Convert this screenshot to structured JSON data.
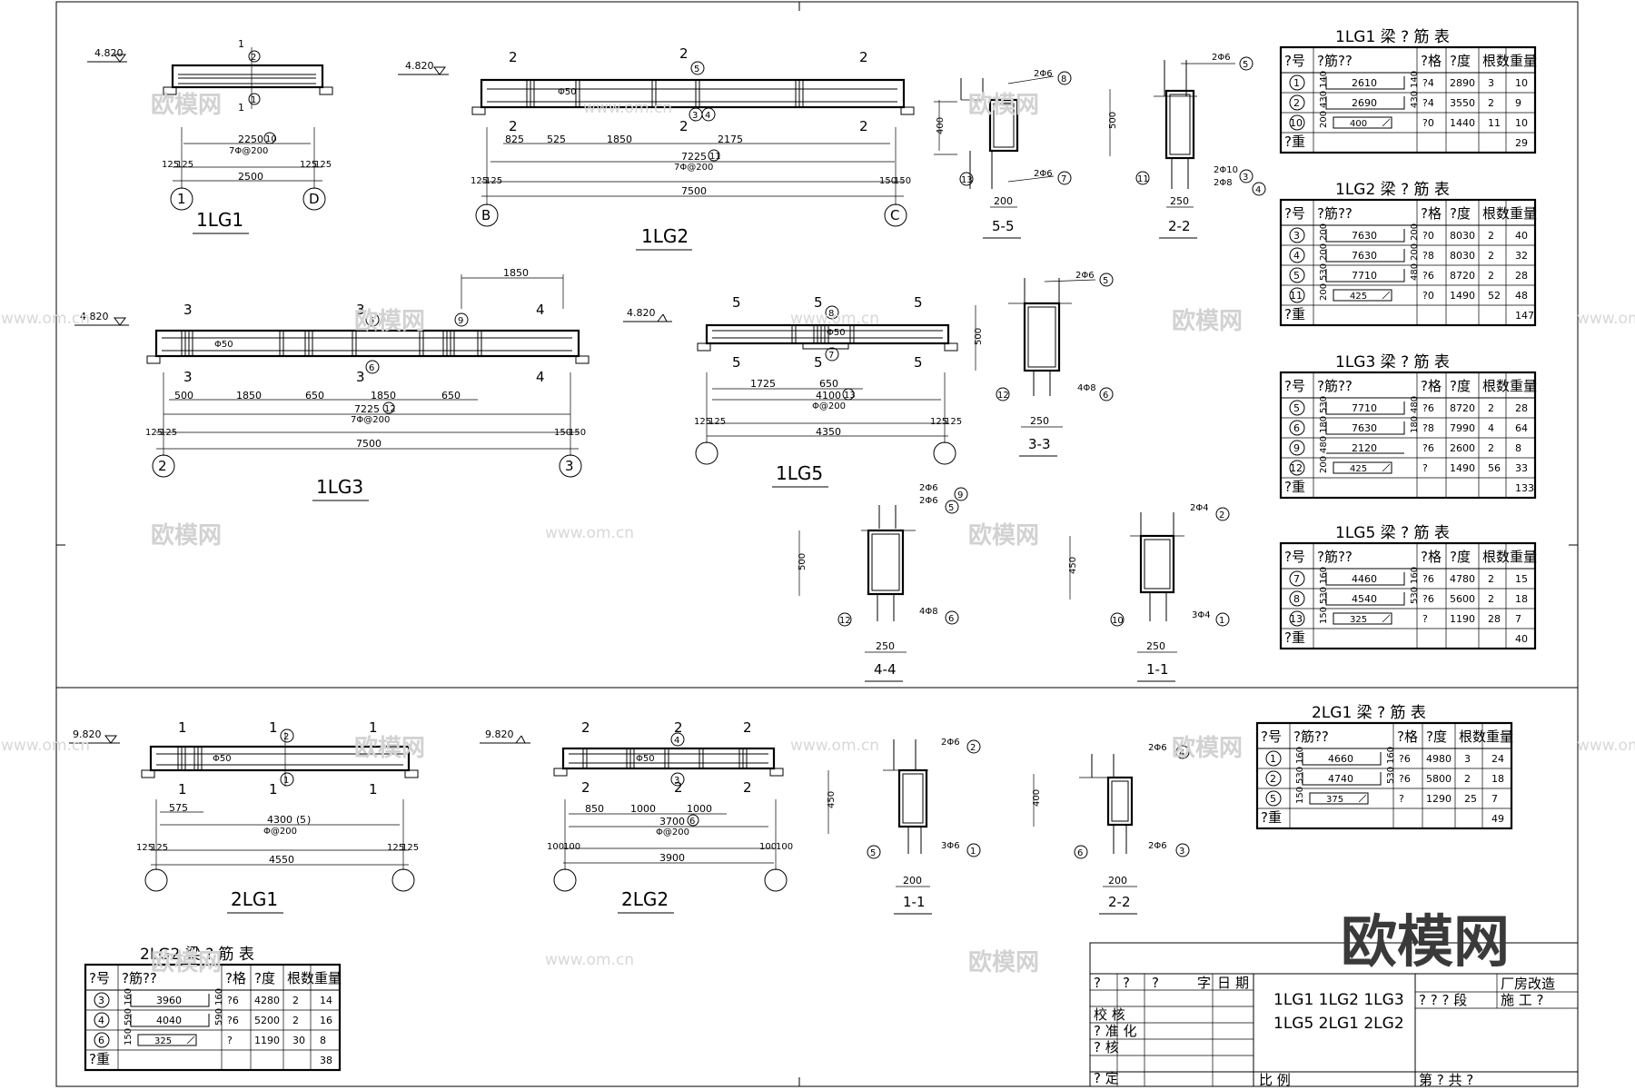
{
  "beams": [
    {
      "id": "1lg1",
      "title": "1LG1",
      "elev": "4.820",
      "mark_top": "2",
      "mark_bot": "1",
      "sec": "1",
      "dims": [
        "2250",
        "7Φ@200",
        "125",
        "125",
        "125",
        "125",
        "2500"
      ],
      "grid": [
        "1",
        "D"
      ]
    },
    {
      "id": "1lg2",
      "title": "1LG2",
      "elev": "4.820",
      "mark_top": "5",
      "mark_bot": "3",
      "mark_bot2": "4",
      "sec": "2",
      "dims": [
        "825",
        "525",
        "1850",
        "2175",
        "7225",
        "7Φ@200",
        "125",
        "125",
        "150",
        "150",
        "7500",
        "Φ50"
      ],
      "grid": [
        "B",
        "C"
      ]
    },
    {
      "id": "1lg3",
      "title": "1LG3",
      "elev": "4.820",
      "mark_top": "5",
      "mark_bot": "6",
      "mark_9": "9",
      "sec_a": "3",
      "sec_b": "4",
      "dims": [
        "1850",
        "500",
        "1850",
        "650",
        "1850",
        "650",
        "7225",
        "12",
        "7Φ@200",
        "125",
        "125",
        "150",
        "150",
        "7500",
        "Φ50"
      ],
      "grid": [
        "2",
        "3"
      ]
    },
    {
      "id": "1lg5",
      "title": "1LG5",
      "elev": "4.820",
      "mark_top": "8",
      "mark_bot": "7",
      "sec": "5",
      "dims": [
        "1725",
        "650",
        "4100",
        "13",
        "Φ@200",
        "125",
        "125",
        "125",
        "125",
        "4350",
        "Φ50"
      ]
    },
    {
      "id": "2lg1",
      "title": "2LG1",
      "elev": "9.820",
      "mark_top": "2",
      "mark_bot": "1",
      "sec": "1",
      "dims": [
        "575",
        "4300",
        "5",
        "Φ@200",
        "125",
        "125",
        "125",
        "125",
        "4550",
        "Φ50"
      ]
    },
    {
      "id": "2lg2",
      "title": "2LG2",
      "elev": "9.820",
      "mark_top": "4",
      "mark_bot": "3",
      "sec": "2",
      "dims": [
        "850",
        "1000",
        "1000",
        "3700",
        "6",
        "Φ@200",
        "100",
        "100",
        "100",
        "100",
        "3900",
        "Φ50"
      ]
    }
  ],
  "sections": [
    {
      "id": "s55",
      "title": "5-5",
      "height": "400",
      "width": "200",
      "top": "2Φ6",
      "top_mark": "8",
      "bot": "2Φ6",
      "bot_mark": "7",
      "side_mark": "13"
    },
    {
      "id": "s22a",
      "title": "2-2",
      "height": "500",
      "width": "250",
      "top": "2Φ6",
      "top_mark": "5",
      "bot": "2Φ10",
      "bot_mark": "3",
      "bot2": "2Φ8",
      "bot2_mark": "4",
      "side_mark": "11"
    },
    {
      "id": "s33",
      "title": "3-3",
      "height": "500",
      "width": "250",
      "top": "2Φ6",
      "top_mark": "5",
      "bot": "4Φ8",
      "bot_mark": "6",
      "side_mark": "12"
    },
    {
      "id": "s44",
      "title": "4-4",
      "height": "500",
      "width": "250",
      "top": "2Φ6",
      "top_mark": "9",
      "top2": "2Φ6",
      "top2_mark": "5",
      "bot": "4Φ8",
      "bot_mark": "6",
      "side_mark": "12"
    },
    {
      "id": "s11a",
      "title": "1-1",
      "height": "450",
      "width": "250",
      "top": "2Φ4",
      "top_mark": "2",
      "bot": "3Φ4",
      "bot_mark": "1",
      "side_mark": "10"
    },
    {
      "id": "s11b",
      "title": "1-1",
      "height": "450",
      "width": "200",
      "top": "2Φ6",
      "top_mark": "2",
      "bot": "3Φ6",
      "bot_mark": "1",
      "side_mark": "5"
    },
    {
      "id": "s22b",
      "title": "2-2",
      "height": "400",
      "width": "200",
      "top": "2Φ6",
      "top_mark": "4",
      "bot": "2Φ6",
      "bot_mark": "3",
      "side_mark": "6"
    }
  ],
  "tables": [
    {
      "id": "t1lg1",
      "title": "1LG1  梁 ? 筋 表",
      "headers": [
        "?号",
        "?筋??",
        "?格",
        "?度",
        "根数",
        "重量"
      ],
      "rows": [
        [
          "1",
          "140",
          "2610",
          "140",
          "?4",
          "2890",
          "3",
          "10"
        ],
        [
          "2",
          "430",
          "2690",
          "430",
          "?4",
          "3550",
          "2",
          "9"
        ],
        [
          "10",
          "200",
          "400",
          "",
          "?0",
          "1440",
          "11",
          "10"
        ]
      ],
      "total": [
        "?重",
        "29"
      ]
    },
    {
      "id": "t1lg2",
      "title": "1LG2  梁 ? 筋 表",
      "headers": [
        "?号",
        "?筋??",
        "?格",
        "?度",
        "根数",
        "重量"
      ],
      "rows": [
        [
          "3",
          "200",
          "7630",
          "200",
          "?0",
          "8030",
          "2",
          "40"
        ],
        [
          "4",
          "200",
          "7630",
          "200",
          "?8",
          "8030",
          "2",
          "32"
        ],
        [
          "5",
          "530",
          "7710",
          "480",
          "?6",
          "8720",
          "2",
          "28"
        ],
        [
          "11",
          "200",
          "425",
          "",
          "?0",
          "1490",
          "52",
          "48"
        ]
      ],
      "total": [
        "?重",
        "147"
      ]
    },
    {
      "id": "t1lg3",
      "title": "1LG3  梁 ? 筋 表",
      "headers": [
        "?号",
        "?筋??",
        "?格",
        "?度",
        "根数",
        "重量"
      ],
      "rows": [
        [
          "5",
          "530",
          "7710",
          "480",
          "?6",
          "8720",
          "2",
          "28"
        ],
        [
          "6",
          "180",
          "7630",
          "180",
          "?8",
          "7990",
          "4",
          "64"
        ],
        [
          "9",
          "480",
          "2120",
          "",
          "?6",
          "2600",
          "2",
          "8"
        ],
        [
          "12",
          "200",
          "425",
          "",
          "?",
          "1490",
          "56",
          "33"
        ]
      ],
      "total": [
        "?重",
        "133"
      ]
    },
    {
      "id": "t1lg5",
      "title": "1LG5  梁 ? 筋 表",
      "headers": [
        "?号",
        "?筋??",
        "?格",
        "?度",
        "根数",
        "重量"
      ],
      "rows": [
        [
          "7",
          "160",
          "4460",
          "160",
          "?6",
          "4780",
          "2",
          "15"
        ],
        [
          "8",
          "530",
          "4540",
          "530",
          "?6",
          "5600",
          "2",
          "18"
        ],
        [
          "13",
          "150",
          "325",
          "",
          "?",
          "1190",
          "28",
          "7"
        ]
      ],
      "total": [
        "?重",
        "40"
      ]
    },
    {
      "id": "t2lg1",
      "title": "2LG1  梁 ? 筋 表",
      "headers": [
        "?号",
        "?筋??",
        "?格",
        "?度",
        "根数",
        "重量"
      ],
      "rows": [
        [
          "1",
          "160",
          "4660",
          "160",
          "?6",
          "4980",
          "3",
          "24"
        ],
        [
          "2",
          "530",
          "4740",
          "530",
          "?6",
          "5800",
          "2",
          "18"
        ],
        [
          "5",
          "150",
          "375",
          "",
          "?",
          "1290",
          "25",
          "7"
        ]
      ],
      "total": [
        "?重",
        "49"
      ]
    },
    {
      "id": "t2lg2",
      "title": "2LG2  梁 ? 筋 表",
      "headers": [
        "?号",
        "?筋??",
        "?格",
        "?度",
        "根数",
        "重量"
      ],
      "rows": [
        [
          "3",
          "160",
          "3960",
          "160",
          "?6",
          "4280",
          "2",
          "14"
        ],
        [
          "4",
          "590",
          "4040",
          "590",
          "?6",
          "5200",
          "2",
          "16"
        ],
        [
          "6",
          "150",
          "325",
          "",
          "?",
          "1190",
          "30",
          "8"
        ]
      ],
      "total": [
        "?重",
        "38"
      ]
    }
  ],
  "title_block": {
    "drawings": "1LG1 1LG2  1LG3",
    "drawings2": "1LG5  2LG1  2LG2",
    "r1": [
      "?",
      "?",
      "?",
      "字",
      "日",
      "期"
    ],
    "roles": [
      "校 核",
      "? 准 化",
      "? 核",
      "? 定"
    ],
    "project": "厂房改造",
    "stage_label": "? ? ? 段",
    "stage": "施 工 ?",
    "scale": "比   例",
    "sheet_no": "第    ?   共    ?"
  },
  "watermark": {
    "logo": "欧模网",
    "url": "www.om.cn"
  }
}
